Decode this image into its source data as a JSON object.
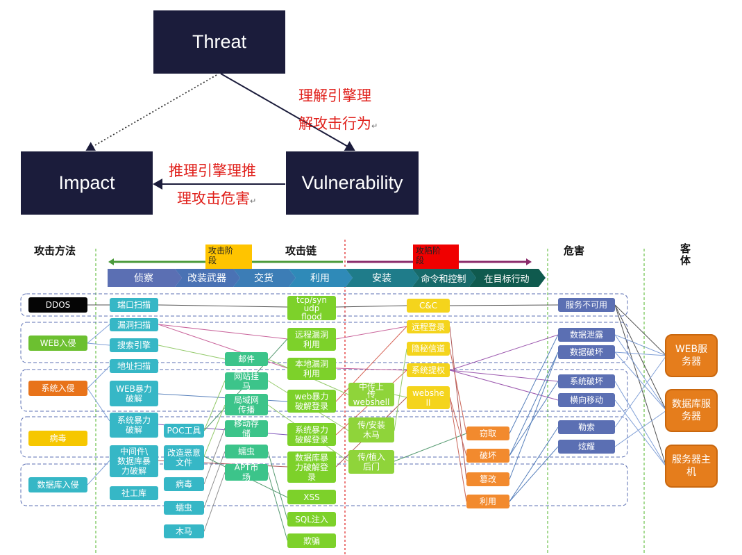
{
  "top_diagram": {
    "threat": "Threat",
    "impact": "Impact",
    "vulnerability": "Vulnerability",
    "reasoning_engine": [
      "理解引擎理",
      "解攻击行为"
    ],
    "inference_engine": [
      "推理引擎理推",
      "理攻击危害"
    ],
    "return_mark": "↵"
  },
  "headers": {
    "attack_method": "攻击方法",
    "attack_chain": "攻击链",
    "harm": "危害",
    "object": [
      "客",
      "体"
    ]
  },
  "phases": {
    "attack_phase": [
      "攻击阶",
      "段"
    ],
    "compromise_phase": [
      "攻陷阶",
      "段"
    ]
  },
  "chain_steps": [
    "侦察",
    "改装武器",
    "交货",
    "利用",
    "安装",
    "命令和控制",
    "在目标行动"
  ],
  "attack_methods": [
    "DDOS",
    "WEB入侵",
    "系统入侵",
    "病毒",
    "数据库入侵"
  ],
  "recon": [
    "端口扫描",
    "漏洞扫描",
    "搜索引擎",
    "地址扫描",
    "WEB暴力\n破解",
    "系统暴力\n破解",
    "中间件\\\n数据库暴\n力破解",
    "社工库"
  ],
  "weapon": [
    "POC工具",
    "改造恶意\n文件",
    "病毒",
    "蠕虫",
    "木马"
  ],
  "delivery": [
    "邮件",
    "网站挂\n马",
    "局域网\n传播",
    "移动存\n储",
    "蠕虫",
    "APT市\n场"
  ],
  "exploit": [
    "tcp/syn\nudp\nflood",
    "远程漏洞\n利用",
    "本地漏洞\n利用",
    "web暴力\n破解登录",
    "系统暴力\n破解登录",
    "数据库暴\n力破解登\n录",
    "XSS",
    "SQL注入",
    "欺骗"
  ],
  "install": [
    "中传上\n传\nwebshell",
    "传/安装\n木马",
    "传/植入\n后门"
  ],
  "c2": [
    "C&C",
    "远程登录",
    "隐秘信道",
    "系统提权",
    "webshe\nll"
  ],
  "actions": [
    "窃取",
    "破坏",
    "篡改",
    "利用"
  ],
  "harms": [
    "服务不可用",
    "数据泄露",
    "数据破坏",
    "系统破坏",
    "横向移动",
    "勒索",
    "炫耀"
  ],
  "objects": [
    "WEB服\n务器",
    "数据库服\n务器",
    "服务器主\n机"
  ],
  "colors": {
    "dark_box": "#1b1c3b",
    "red_text": "#e0201b",
    "teal": "#36b7c6",
    "green": "#7dd12a",
    "yellow": "#f4d41c",
    "orange": "#f28a2e",
    "blue": "#5b6fb3"
  }
}
